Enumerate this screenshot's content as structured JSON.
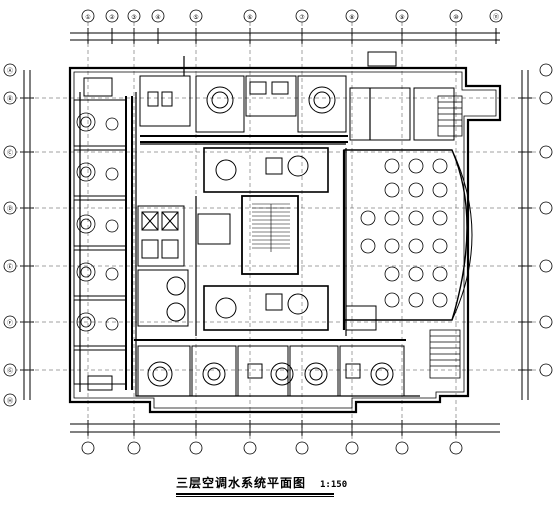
{
  "drawing": {
    "title": "三层空调水系统平面图",
    "scale": "1:150"
  },
  "grid": {
    "columns": [
      "①",
      "②",
      "③",
      "④",
      "⑤",
      "⑥",
      "⑦",
      "⑧",
      "⑨",
      "⑩",
      "⑪"
    ],
    "rows": [
      "Ⓐ",
      "Ⓑ",
      "Ⓒ",
      "Ⓓ",
      "Ⓔ",
      "Ⓕ",
      "Ⓖ",
      "Ⓗ"
    ]
  },
  "colors": {
    "line": "#000000",
    "background": "#ffffff"
  }
}
